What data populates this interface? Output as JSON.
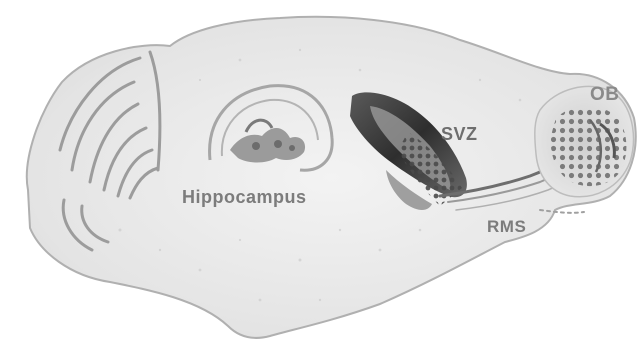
{
  "labels": {
    "ob": "OB",
    "svz": "SVZ",
    "hippocampus": "Hippocampus",
    "rms": "RMS"
  },
  "colors": {
    "tissue": "#e6e6e6",
    "tissue_light": "#f1f1f1",
    "outline": "#b5b5b5",
    "stain_dark": "#3d3d3d",
    "stain_mid": "#8a8a8a",
    "label": "#7a7a7a"
  }
}
